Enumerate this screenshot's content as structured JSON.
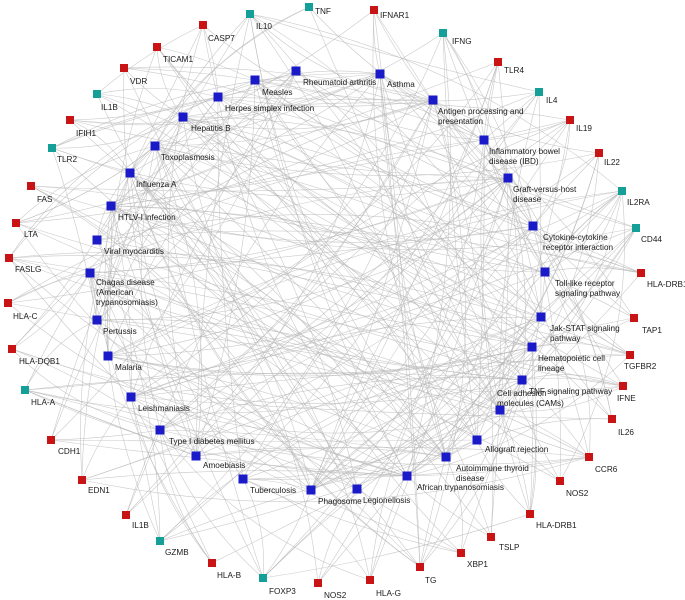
{
  "colors": {
    "pathway": "#1a1ac8",
    "gene_red": "#c81414",
    "gene_teal": "#14a098",
    "edge": "#b8b8b8"
  },
  "pathways": [
    {
      "id": "p1",
      "lines": [
        "Rheumatoid arthritis"
      ]
    },
    {
      "id": "p2",
      "lines": [
        "Asthma"
      ]
    },
    {
      "id": "p3",
      "lines": [
        "Measles"
      ]
    },
    {
      "id": "p4",
      "lines": [
        "Herpes simplex infection"
      ]
    },
    {
      "id": "p5",
      "lines": [
        "Antigen processing and",
        "presentation"
      ]
    },
    {
      "id": "p6",
      "lines": [
        "Hepatitis B"
      ]
    },
    {
      "id": "p7",
      "lines": [
        "Inflammatory bowel",
        "disease (IBD)"
      ]
    },
    {
      "id": "p8",
      "lines": [
        "Toxoplasmosis"
      ]
    },
    {
      "id": "p9",
      "lines": [
        "Graft-versus-host",
        "disease"
      ]
    },
    {
      "id": "p10",
      "lines": [
        "Influenza A"
      ]
    },
    {
      "id": "p11",
      "lines": [
        "HTLV-I infection"
      ]
    },
    {
      "id": "p12",
      "lines": [
        "Cytokine-cytokine",
        "receptor interaction"
      ]
    },
    {
      "id": "p13",
      "lines": [
        "Viral myocarditis"
      ]
    },
    {
      "id": "p14",
      "lines": [
        "Toll-like receptor",
        "signaling pathway"
      ]
    },
    {
      "id": "p15",
      "lines": [
        "Chagas disease",
        "(American",
        "trypanosomiasis)"
      ]
    },
    {
      "id": "p16",
      "lines": [
        "Jak-STAT signaling",
        "pathway"
      ]
    },
    {
      "id": "p17",
      "lines": [
        "Pertussis"
      ]
    },
    {
      "id": "p18",
      "lines": [
        "Hematopoietic cell",
        "lineage"
      ]
    },
    {
      "id": "p19",
      "lines": [
        "Malaria"
      ]
    },
    {
      "id": "p20",
      "lines": [
        "TNF signaling pathway"
      ]
    },
    {
      "id": "p21",
      "lines": [
        "Leishmaniasis"
      ]
    },
    {
      "id": "p22",
      "lines": [
        "Cell adhesion",
        "molecules (CAMs)"
      ]
    },
    {
      "id": "p23",
      "lines": [
        "Type I diabetes mellitus"
      ]
    },
    {
      "id": "p24",
      "lines": [
        "Allograft rejection"
      ]
    },
    {
      "id": "p25",
      "lines": [
        "Amoebiasis"
      ]
    },
    {
      "id": "p26",
      "lines": [
        "Autoimmune thyroid",
        "disease"
      ]
    },
    {
      "id": "p27",
      "lines": [
        "Tuberculosis"
      ]
    },
    {
      "id": "p28",
      "lines": [
        "African trypanosomiasis"
      ]
    },
    {
      "id": "p29",
      "lines": [
        "Phagosome"
      ]
    },
    {
      "id": "p30",
      "lines": [
        "Legionellosis"
      ]
    }
  ],
  "genes": [
    {
      "id": "g1",
      "label": "TNF",
      "color": "teal"
    },
    {
      "id": "g2",
      "label": "IFNAR1",
      "color": "red"
    },
    {
      "id": "g3",
      "label": "IFNG",
      "color": "teal"
    },
    {
      "id": "g4",
      "label": "TLR4",
      "color": "red"
    },
    {
      "id": "g5",
      "label": "IL4",
      "color": "teal"
    },
    {
      "id": "g6",
      "label": "IL19",
      "color": "red"
    },
    {
      "id": "g7",
      "label": "IL22",
      "color": "red"
    },
    {
      "id": "g8",
      "label": "IL2RA",
      "color": "teal"
    },
    {
      "id": "g9",
      "label": "CD44",
      "color": "teal"
    },
    {
      "id": "g10",
      "label": "HLA-DRB1",
      "color": "red"
    },
    {
      "id": "g11",
      "label": "TAP1",
      "color": "red"
    },
    {
      "id": "g12",
      "label": "TGFBR2",
      "color": "red"
    },
    {
      "id": "g13",
      "label": "IFNE",
      "color": "red"
    },
    {
      "id": "g14",
      "label": "IL26",
      "color": "red"
    },
    {
      "id": "g15",
      "label": "CCR6",
      "color": "red"
    },
    {
      "id": "g16",
      "label": "NOS2",
      "color": "red"
    },
    {
      "id": "g17",
      "label": "HLA-DRB1",
      "color": "red"
    },
    {
      "id": "g18",
      "label": "TSLP",
      "color": "red"
    },
    {
      "id": "g19",
      "label": "XBP1",
      "color": "red"
    },
    {
      "id": "g20",
      "label": "TG",
      "color": "red"
    },
    {
      "id": "g21",
      "label": "HLA-G",
      "color": "red"
    },
    {
      "id": "g22",
      "label": "NOS2",
      "color": "red"
    },
    {
      "id": "g23",
      "label": "FOXP3",
      "color": "teal"
    },
    {
      "id": "g24",
      "label": "HLA-B",
      "color": "red"
    },
    {
      "id": "g25",
      "label": "GZMB",
      "color": "teal"
    },
    {
      "id": "g26",
      "label": "IL1B",
      "color": "red"
    },
    {
      "id": "g27",
      "label": "EDN1",
      "color": "red"
    },
    {
      "id": "g28",
      "label": "CDH1",
      "color": "red"
    },
    {
      "id": "g29",
      "label": "HLA-A",
      "color": "teal"
    },
    {
      "id": "g30",
      "label": "HLA-DQB1",
      "color": "red"
    },
    {
      "id": "g31",
      "label": "HLA-C",
      "color": "red"
    },
    {
      "id": "g32",
      "label": "FASLG",
      "color": "red"
    },
    {
      "id": "g33",
      "label": "LTA",
      "color": "red"
    },
    {
      "id": "g34",
      "label": "FAS",
      "color": "red"
    },
    {
      "id": "g35",
      "label": "TLR2",
      "color": "teal"
    },
    {
      "id": "g36",
      "label": "IFIH1",
      "color": "red"
    },
    {
      "id": "g37",
      "label": "IL1B",
      "color": "teal"
    },
    {
      "id": "g38",
      "label": "VDR",
      "color": "red"
    },
    {
      "id": "g39",
      "label": "TICAM1",
      "color": "red"
    },
    {
      "id": "g40",
      "label": "CASP7",
      "color": "red"
    },
    {
      "id": "g41",
      "label": "IL10",
      "color": "teal"
    }
  ]
}
